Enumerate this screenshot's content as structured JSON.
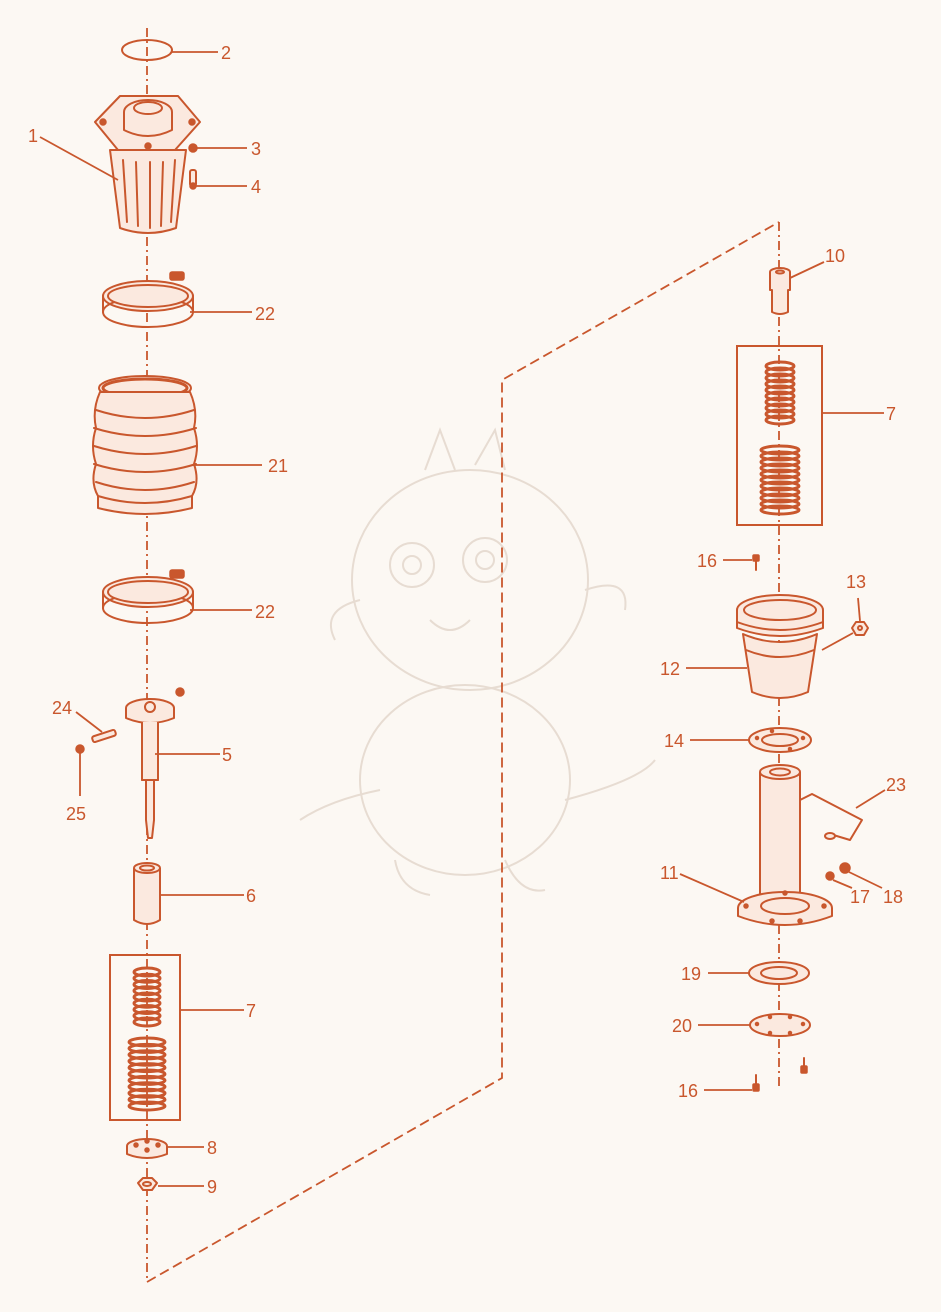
{
  "colors": {
    "line": "#c9572d",
    "fill": "#fbe9df",
    "background": "#fcf8f3",
    "watermark": "#e7dcd2"
  },
  "callouts": {
    "c2": "2",
    "c1": "1",
    "c3": "3",
    "c4": "4",
    "c22a": "22",
    "c21": "21",
    "c22b": "22",
    "c24": "24",
    "c5": "5",
    "c25": "25",
    "c6": "6",
    "c7a": "7",
    "c8": "8",
    "c9": "9",
    "c10": "10",
    "c7b": "7",
    "c16a": "16",
    "c13": "13",
    "c12": "12",
    "c14": "14",
    "c23": "23",
    "c11": "11",
    "c17": "17",
    "c18": "18",
    "c19": "19",
    "c20": "20",
    "c16b": "16"
  },
  "icons": {
    "watermark": "baby-dragon-sketch-icon"
  }
}
